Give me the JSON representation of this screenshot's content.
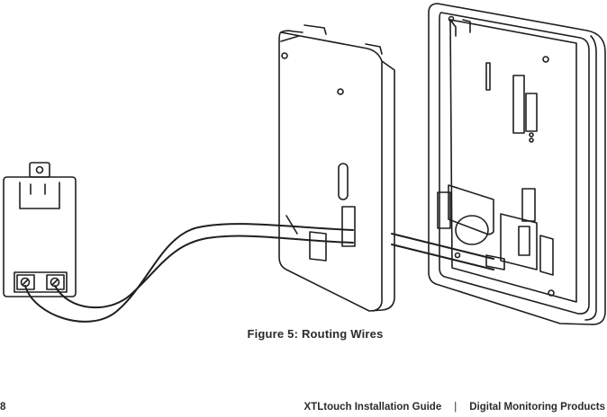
{
  "figure": {
    "caption": "Figure 5: Routing Wires"
  },
  "footer": {
    "page_number": "8",
    "guide_title": "XTLtouch Installation Guide",
    "separator": "|",
    "company": "Digital Monitoring Products"
  },
  "colors": {
    "ink": "#1f1f1f",
    "text": "#2b2b2b",
    "background": "#ffffff"
  },
  "icons": [
    "transformer-illustration",
    "keypad-cover-illustration",
    "mounting-backplate-illustration",
    "wire-pair-illustration"
  ]
}
